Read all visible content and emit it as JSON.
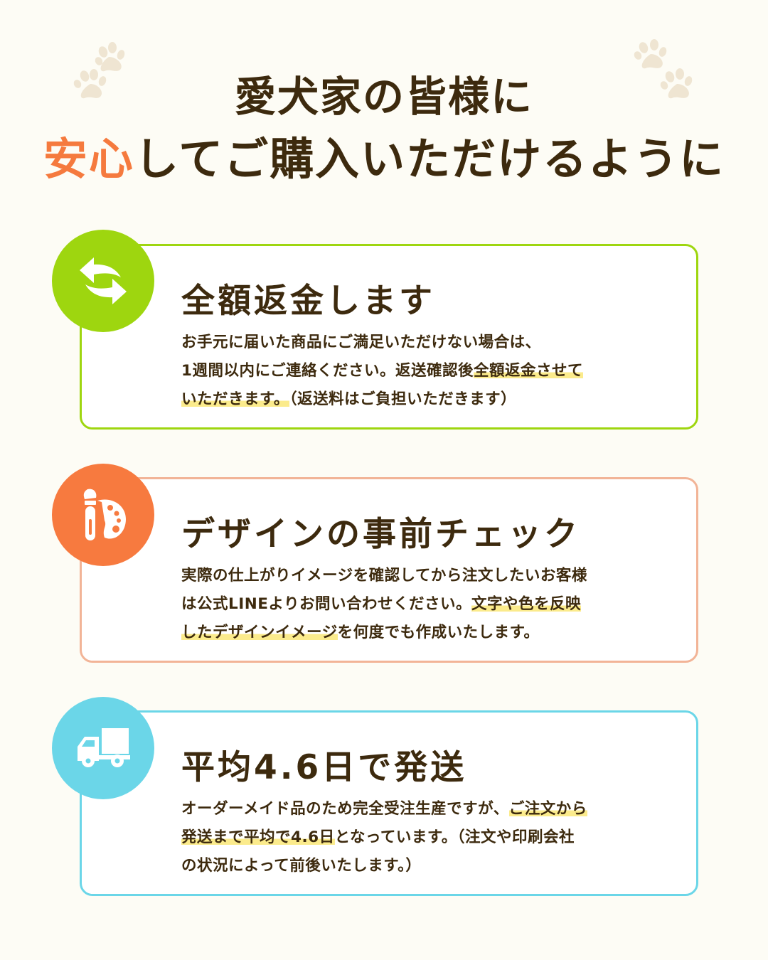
{
  "header": {
    "line1": "愛犬家の皆様に",
    "line2_accent": "安心",
    "line2_rest": "してご購入いただけるように"
  },
  "colors": {
    "background": "#fdfcf5",
    "text": "#3d2a0e",
    "accent": "#f57a3e",
    "highlight": "#fbeb8c",
    "paw": "#efe5d2",
    "card1": "#9ed60f",
    "card2_border": "#f2b497",
    "card2_circle": "#f77a3f",
    "card3": "#6bd6e8"
  },
  "cards": [
    {
      "icon": "refresh-arrows-icon",
      "title": "全額返金します",
      "body": {
        "l1": "お手元に届いた商品にご満足いただけない場合は、",
        "l2a": "1週間以内にご連絡ください。返送確認後",
        "l2hl": "全額返金させて",
        "l3hl": "いただきます。",
        "l3b": "（返送料はご負担いただきます）"
      }
    },
    {
      "icon": "palette-brush-icon",
      "title": "デザインの事前チェック",
      "body": {
        "l1": "実際の仕上がりイメージを確認してから注文したいお客様",
        "l2a": "は公式LINEよりお問い合わせください。",
        "l2hl": "文字や色を反映",
        "l3hl": "したデザインイメージ",
        "l3b": "を何度でも作成いたします。"
      }
    },
    {
      "icon": "delivery-truck-icon",
      "title": "平均4.6日で発送",
      "body": {
        "l1a": "オーダーメイド品のため完全受注生産ですが、",
        "l1hl": "ご注文から",
        "l2hl": "発送まで平均で4.6日",
        "l2b": "となっています。（注文や印刷会社",
        "l3": "の状況によって前後いたします。）"
      }
    }
  ]
}
